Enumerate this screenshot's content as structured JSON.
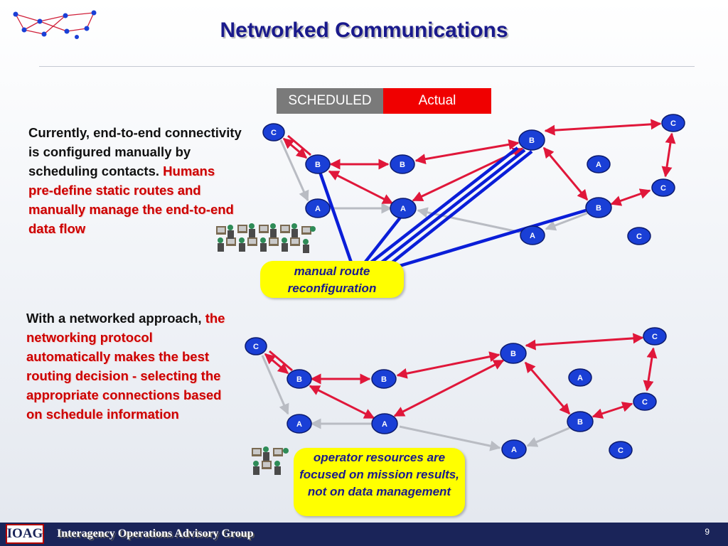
{
  "slide": {
    "title": "Networked Communications",
    "page_number": "9"
  },
  "legend": {
    "scheduled_label": "SCHEDULED",
    "actual_label": "Actual",
    "scheduled_color": "#7a7a7a",
    "actual_color": "#f00000"
  },
  "text_block_1": {
    "plain": "Currently, end-to-end connectivity is configured manually by scheduling contacts. ",
    "highlight": "Humans pre-define static routes and manually manage the end-to-end data flow"
  },
  "text_block_2": {
    "plain": "With a networked approach, ",
    "highlight": "the networking protocol automatically makes the best routing decision  - selecting the appropriate connections based on schedule information"
  },
  "callouts": {
    "manual": "manual route reconfiguration",
    "operator": "operator resources are focused on mission results, not on data management"
  },
  "diagram_top": {
    "nodes": [
      "C",
      "B",
      "B",
      "A",
      "A",
      "B",
      "A",
      "C",
      "C",
      "B",
      "A",
      "C"
    ]
  },
  "diagram_bottom": {
    "nodes": [
      "C",
      "B",
      "B",
      "A",
      "A",
      "B",
      "A",
      "C",
      "C",
      "B",
      "A",
      "C"
    ]
  },
  "footer": {
    "logo_text": "IOAG",
    "organization": "Interagency Operations Advisory Group"
  },
  "colors": {
    "node_fill": "#1a3fd6",
    "link_red": "#e0173a",
    "link_gray": "#b9bcc3",
    "link_blue": "#0a1ed8",
    "title": "#1a1a8c",
    "highlight_text": "#cc0000",
    "callout_bg": "#ffff00",
    "footer_bg": "#1a2459"
  }
}
